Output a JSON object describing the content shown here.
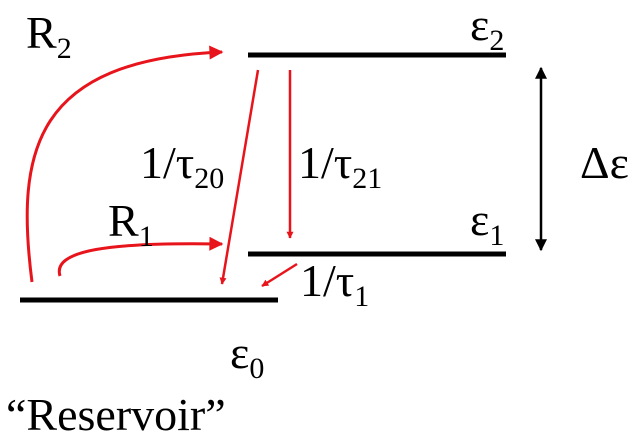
{
  "levels": {
    "e2": {
      "symbol": "ε",
      "subscript": "2"
    },
    "e1": {
      "symbol": "ε",
      "subscript": "1"
    },
    "e0": {
      "symbol": "ε",
      "subscript": "0"
    }
  },
  "rates": {
    "r2": {
      "symbol": "R",
      "subscript": "2"
    },
    "r1": {
      "symbol": "R",
      "subscript": "1"
    },
    "tau20": {
      "prefix": "1/τ",
      "subscript": "20"
    },
    "tau21": {
      "prefix": "1/τ",
      "subscript": "21"
    },
    "tau1": {
      "prefix": "1/τ",
      "subscript": "1"
    }
  },
  "gap_label": "Δε",
  "reservoir_label": "“Reservoir”",
  "colors": {
    "level": "#000000",
    "transition": "#e8141c",
    "text": "#000000"
  }
}
